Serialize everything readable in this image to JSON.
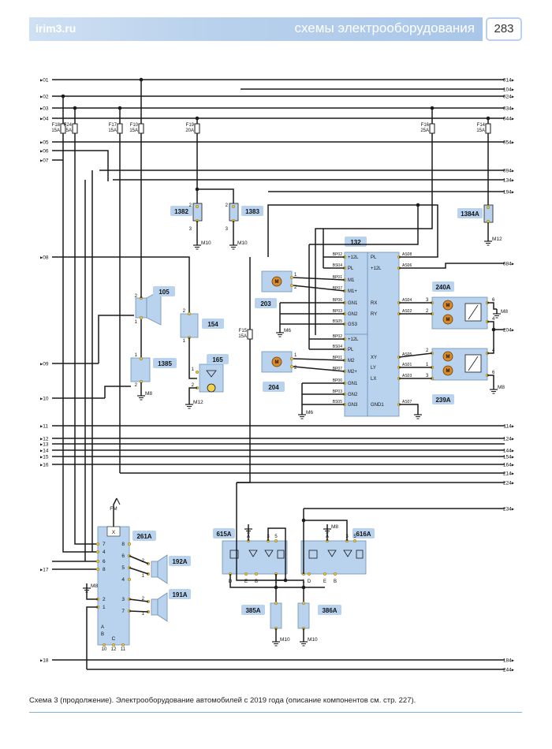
{
  "header": {
    "site": "irim3.ru",
    "section": "схемы электрооборудования",
    "page": "283"
  },
  "caption": "Схема 3 (продолжение). Электрооборудование автомобилей с 2019 года (описание компонентов см. стр. 227).",
  "colors": {
    "wire": "#1a1a1a",
    "label_bg": "#b9d3ef",
    "connector": "#e6c24a",
    "header": "#b9d1ec"
  },
  "terminals_left": [
    "01",
    "02",
    "03",
    "04",
    "05",
    "06",
    "07",
    "08",
    "09",
    "10",
    "11",
    "12",
    "13",
    "14",
    "15",
    "16",
    "17",
    "18"
  ],
  "terminals_right": [
    "014",
    "104",
    "024",
    "034",
    "044",
    "054",
    "094",
    "134",
    "194",
    "084",
    "204",
    "114",
    "124",
    "144",
    "154",
    "164",
    "214",
    "224",
    "234",
    "184",
    "244"
  ],
  "fuses": [
    {
      "id": "F18",
      "rating": "15A"
    },
    {
      "id": "F24",
      "rating": "5A"
    },
    {
      "id": "F17",
      "rating": "15A"
    },
    {
      "id": "F10",
      "rating": "15A"
    },
    {
      "id": "F19",
      "rating": "20A"
    },
    {
      "id": "F16",
      "rating": "25A"
    },
    {
      "id": "F14",
      "rating": "15A"
    },
    {
      "id": "F15",
      "rating": "15A"
    }
  ],
  "components": [
    "1382",
    "1383",
    "1384A",
    "132",
    "105",
    "154",
    "165",
    "1385",
    "203",
    "204",
    "240A",
    "239A",
    "261A",
    "192A",
    "191A",
    "615A",
    "616A",
    "385A",
    "386A"
  ],
  "grounds": [
    "M10",
    "M10",
    "M12",
    "M8",
    "M12",
    "M6",
    "M8",
    "M6",
    "M8",
    "M8",
    "M8",
    "M10",
    "M10"
  ],
  "ecu_left_pins": [
    {
      "code": "BP02",
      "label": "+12L"
    },
    {
      "code": "BS04",
      "label": "PL"
    },
    {
      "code": "BP01",
      "label": "M1"
    },
    {
      "code": "BP07",
      "label": "M1+"
    },
    {
      "code": "BP06",
      "label": "GN1"
    },
    {
      "code": "BP03",
      "label": "GN2"
    },
    {
      "code": "BS05",
      "label": "GS3"
    },
    {
      "code": "BP02",
      "label": "+12L"
    },
    {
      "code": "BS04",
      "label": "PL"
    },
    {
      "code": "BP01",
      "label": "M2"
    },
    {
      "code": "BP07",
      "label": "M2+"
    },
    {
      "code": "BP06",
      "label": "GN1"
    },
    {
      "code": "BP03",
      "label": "GN2"
    },
    {
      "code": "BS05",
      "label": "GN3"
    }
  ],
  "ecu_right_pins": [
    {
      "label": "PL",
      "code": "AS08"
    },
    {
      "label": "+12L",
      "code": "AS06"
    },
    {
      "label": "RX",
      "code": "AS04"
    },
    {
      "label": "RY",
      "code": "AS02"
    },
    {
      "label": "XY",
      "code": "AS05"
    },
    {
      "label": "LY",
      "code": "AS01"
    },
    {
      "label": "LX",
      "code": "AS03"
    },
    {
      "label": "GND1",
      "code": "AS07"
    }
  ],
  "radio": {
    "antenna": "FM",
    "top_pin": "X",
    "bottom_label": "C",
    "left_pins": [
      "7",
      "4",
      "6",
      "8",
      "2",
      "1"
    ],
    "right_pins": [
      "8",
      "6",
      "5",
      "4",
      "3",
      "7"
    ],
    "bottom_pins": [
      "10",
      "12",
      "11"
    ],
    "pin_A": "A",
    "pin_B": "B"
  },
  "switch_pins": {
    "A": "A",
    "B": "B",
    "D": "D",
    "E": "E",
    "n1": "1",
    "n2": "2",
    "n3": "3",
    "n4": "4",
    "n5": "5",
    "n6": "6"
  }
}
